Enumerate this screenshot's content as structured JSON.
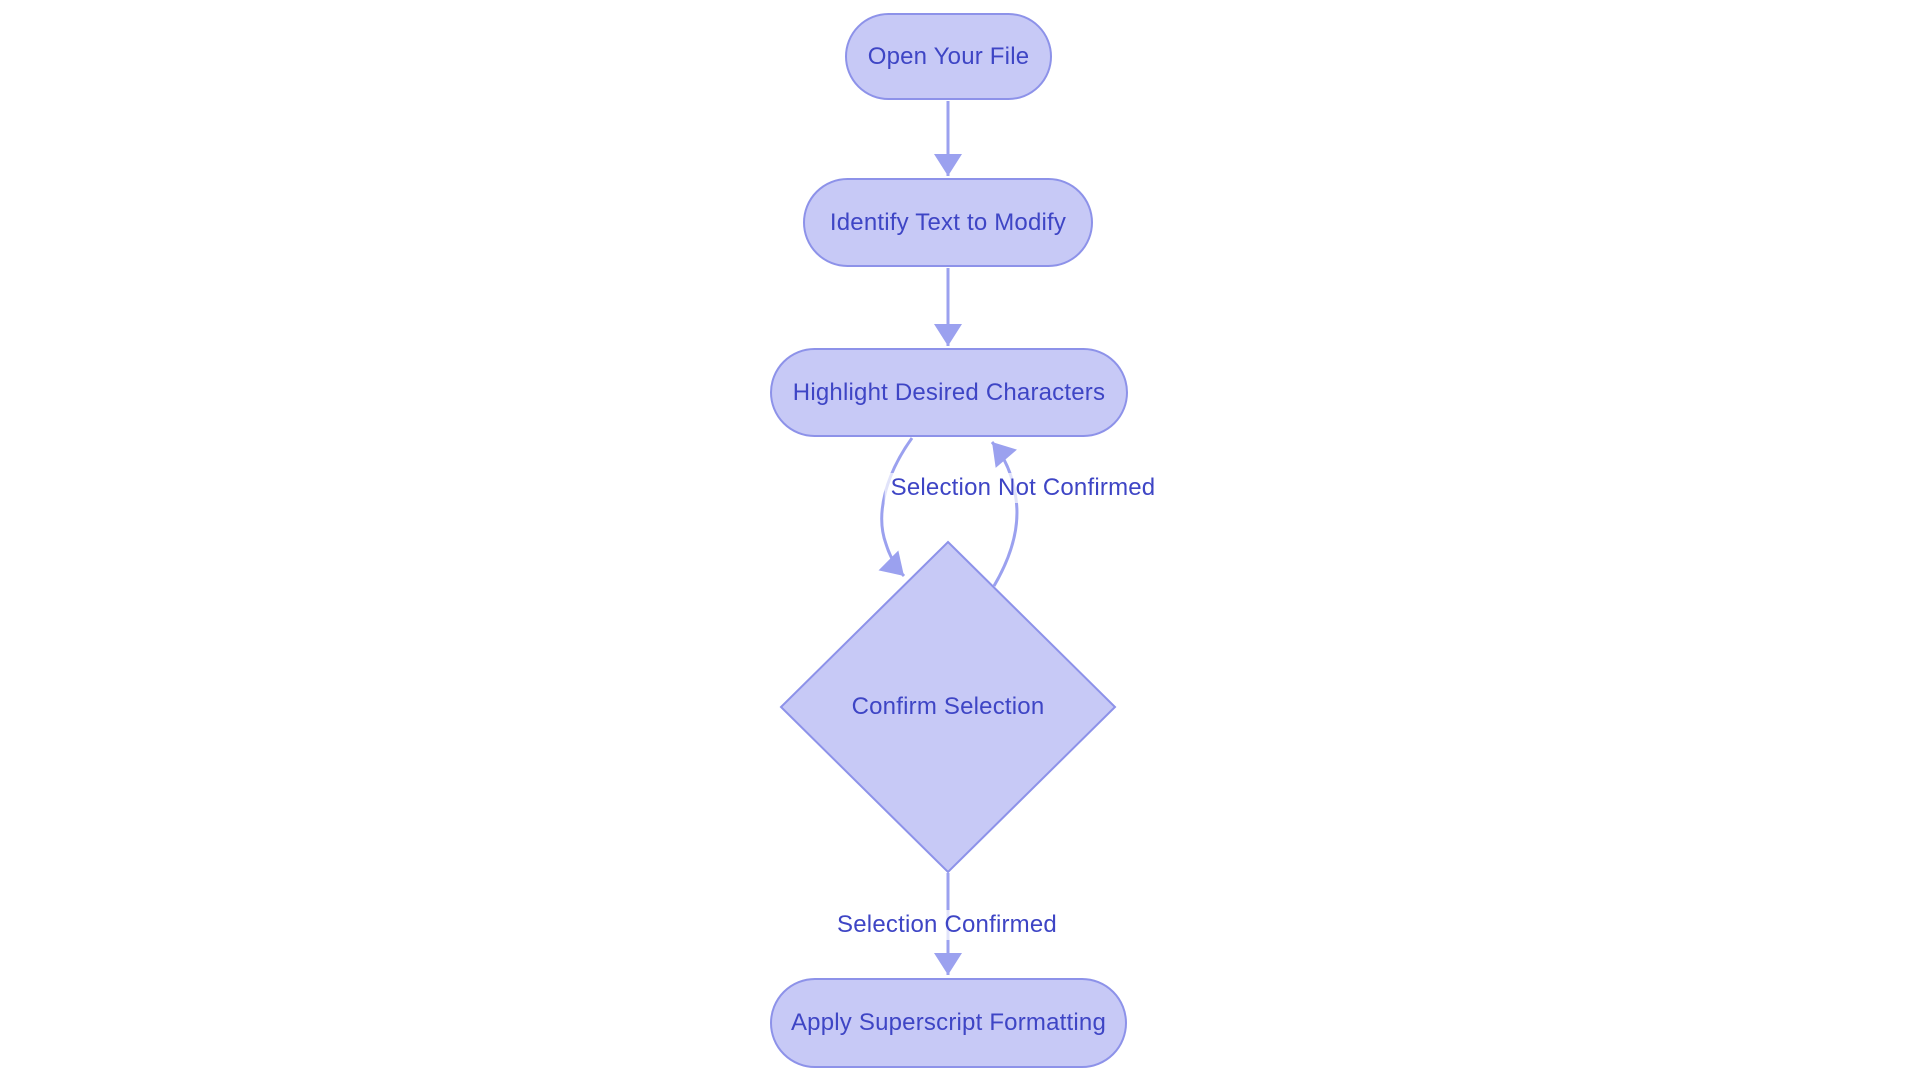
{
  "colors": {
    "canvas_bg": "#ffffff",
    "node_fill": "#c7c9f6",
    "node_border": "#8d92e9",
    "node_text": "#3e45c5",
    "edge_color": "#9ba1ef",
    "label_text": "#3e45c5",
    "label_bg": "rgba(255,255,255,0.7)"
  },
  "flowchart": {
    "nodes": [
      {
        "id": "open-your-file",
        "shape": "stadium",
        "label": "Open Your File"
      },
      {
        "id": "identify-text-to-modify",
        "shape": "stadium",
        "label": "Identify Text to Modify"
      },
      {
        "id": "highlight-desired-characters",
        "shape": "stadium",
        "label": "Highlight Desired Characters"
      },
      {
        "id": "confirm-selection",
        "shape": "diamond",
        "label": "Confirm Selection"
      },
      {
        "id": "apply-superscript-formatting",
        "shape": "stadium",
        "label": "Apply Superscript Formatting"
      }
    ],
    "edges": [
      {
        "from": "open-your-file",
        "to": "identify-text-to-modify",
        "label": ""
      },
      {
        "from": "identify-text-to-modify",
        "to": "highlight-desired-characters",
        "label": ""
      },
      {
        "from": "highlight-desired-characters",
        "to": "confirm-selection",
        "label": ""
      },
      {
        "from": "confirm-selection",
        "to": "highlight-desired-characters",
        "label": "Selection Not Confirmed"
      },
      {
        "from": "confirm-selection",
        "to": "apply-superscript-formatting",
        "label": "Selection Confirmed"
      }
    ]
  }
}
